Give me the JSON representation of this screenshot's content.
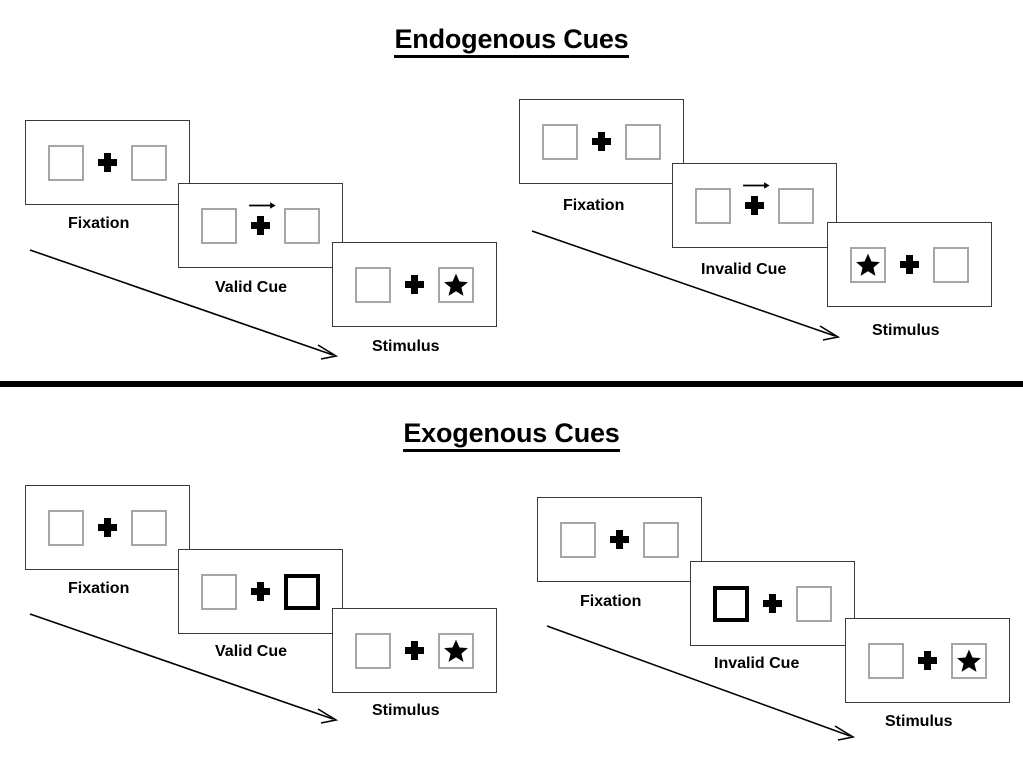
{
  "figure": {
    "type": "diagram",
    "description": "Posner spatial cueing paradigm trial sequences",
    "colors": {
      "background": "#ffffff",
      "panel_border": "#3a3a3a",
      "placeholder_border": "#a6a6a6",
      "cue_highlight": "#000000",
      "text": "#000000",
      "divider": "#000000"
    }
  },
  "sections": [
    {
      "id": "endogenous",
      "title": "Endogenous Cues",
      "sequences": [
        {
          "id": "endogenous-valid",
          "frames": [
            {
              "label": "Fixation",
              "left_box": "empty",
              "right_box": "empty",
              "arrow_cue": "none",
              "fixation": "plus"
            },
            {
              "label": "Valid Cue",
              "left_box": "empty",
              "right_box": "empty",
              "arrow_cue": "right",
              "fixation": "plus"
            },
            {
              "label": "Stimulus",
              "left_box": "empty",
              "right_box": "star",
              "arrow_cue": "none",
              "fixation": "plus"
            }
          ]
        },
        {
          "id": "endogenous-invalid",
          "frames": [
            {
              "label": "Fixation",
              "left_box": "empty",
              "right_box": "empty",
              "arrow_cue": "none",
              "fixation": "plus"
            },
            {
              "label": "Invalid Cue",
              "left_box": "empty",
              "right_box": "empty",
              "arrow_cue": "right",
              "fixation": "plus"
            },
            {
              "label": "Stimulus",
              "left_box": "star",
              "right_box": "empty",
              "arrow_cue": "none",
              "fixation": "plus"
            }
          ]
        }
      ]
    },
    {
      "id": "exogenous",
      "title": "Exogenous Cues",
      "sequences": [
        {
          "id": "exogenous-valid",
          "frames": [
            {
              "label": "Fixation",
              "left_box": "empty",
              "right_box": "empty",
              "arrow_cue": "none",
              "fixation": "plus"
            },
            {
              "label": "Valid Cue",
              "left_box": "empty",
              "right_box": "cued",
              "arrow_cue": "none",
              "fixation": "plus"
            },
            {
              "label": "Stimulus",
              "left_box": "empty",
              "right_box": "star",
              "arrow_cue": "none",
              "fixation": "plus"
            }
          ]
        },
        {
          "id": "exogenous-invalid",
          "frames": [
            {
              "label": "Fixation",
              "left_box": "empty",
              "right_box": "empty",
              "arrow_cue": "none",
              "fixation": "plus"
            },
            {
              "label": "Invalid Cue",
              "left_box": "cued",
              "right_box": "empty",
              "arrow_cue": "none",
              "fixation": "plus"
            },
            {
              "label": "Stimulus",
              "left_box": "empty",
              "right_box": "star",
              "arrow_cue": "none",
              "fixation": "plus"
            }
          ]
        }
      ]
    }
  ],
  "icons": {
    "star": "star-icon",
    "fixation_cross": "plus-icon",
    "endogenous_cue": "arrow-right-icon",
    "time_flow": "diagonal-arrow-icon"
  }
}
